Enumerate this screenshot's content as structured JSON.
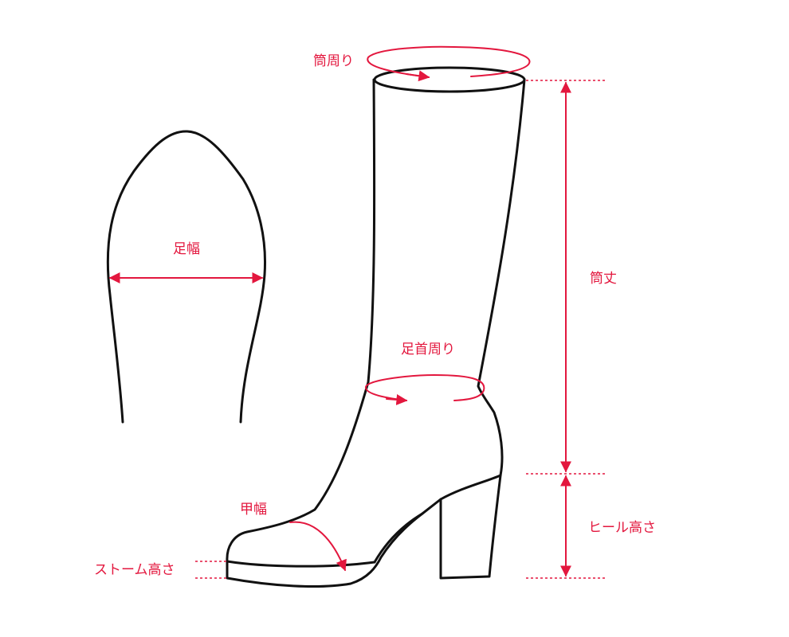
{
  "colors": {
    "accent": "#e3173e",
    "outline": "#111111",
    "background": "#ffffff"
  },
  "labels": {
    "shaft_circumference": "筒周り",
    "foot_width": "足幅",
    "shaft_height": "筒丈",
    "ankle_circumference": "足首周り",
    "instep_width": "甲幅",
    "heel_height": "ヒール高さ",
    "platform_height": "ストーム高さ"
  }
}
